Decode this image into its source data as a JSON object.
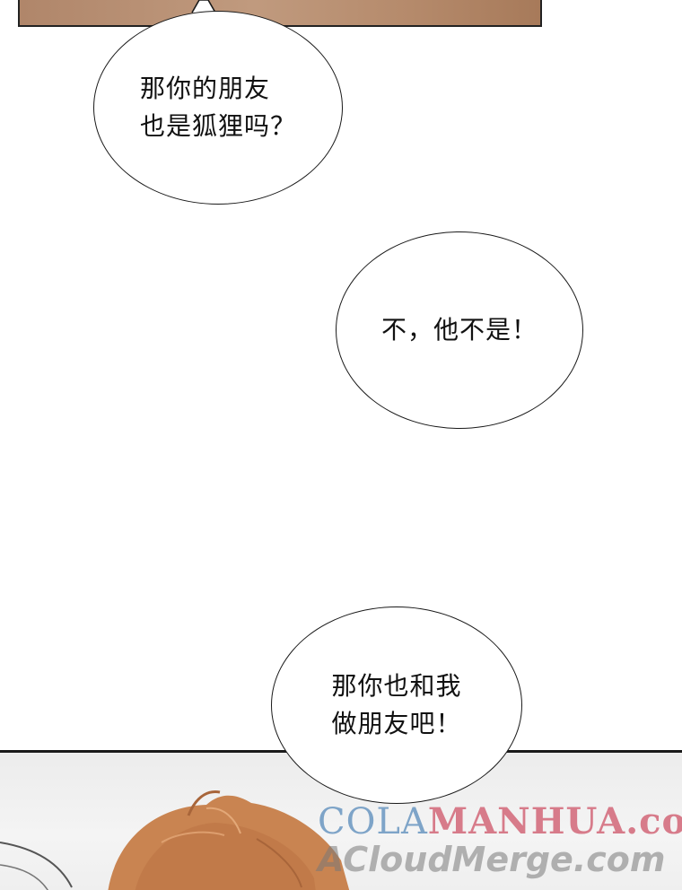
{
  "bubbles": {
    "bubble1": {
      "line1": "那你的朋友",
      "line2": "也是狐狸吗？"
    },
    "bubble2": {
      "line1": "不，他不是！"
    },
    "bubble3": {
      "line1": "那你也和我",
      "line2": "做朋友吧！"
    }
  },
  "watermark": {
    "cola": "COLA",
    "manhua": "MANHUA.com",
    "cloudmerge": "ACloudMerge.com"
  },
  "colors": {
    "bubble_border": "#1a1a1a",
    "panel_border": "#1a1a1a",
    "watermark_blue": "#7ea4c8",
    "watermark_pink": "#d77b8a",
    "hair": "#c98451"
  }
}
